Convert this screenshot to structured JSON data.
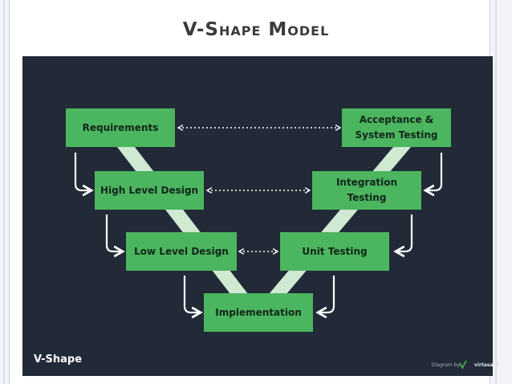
{
  "title": "V-Shape Model",
  "footer_label": "V-Shape",
  "credit": {
    "prefix": "Diagram by",
    "brand": "virtasant",
    "logo_icon": "v-check-logo-icon"
  },
  "colors": {
    "panel": "#212a36",
    "box": "#4cb55f",
    "v_band": "#cfe9d3",
    "arrow": "#ffffff"
  },
  "phases": {
    "left": [
      {
        "label": "Requirements"
      },
      {
        "label": "High Level Design"
      },
      {
        "label": "Low Level Design"
      }
    ],
    "bottom": {
      "label": "Implementation"
    },
    "right": [
      {
        "label_lines": [
          "Acceptance &",
          "System Testing"
        ]
      },
      {
        "label_lines": [
          "Integration",
          "Testing"
        ]
      },
      {
        "label_lines": [
          "Unit Testing"
        ]
      }
    ]
  }
}
